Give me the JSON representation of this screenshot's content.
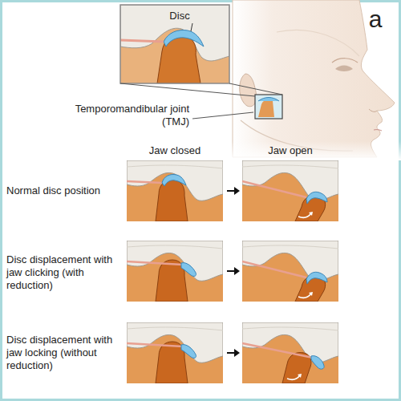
{
  "diagram": {
    "labels": [
      "a",
      "Disc",
      "Temporomandibular joint (TMJ)",
      "Jaw closed",
      "Jaw open",
      "Normal disc position",
      "Disc displacement with jaw clicking (with reduction)",
      "Disc displacement with jaw locking (without reduction)"
    ]
  }
}
